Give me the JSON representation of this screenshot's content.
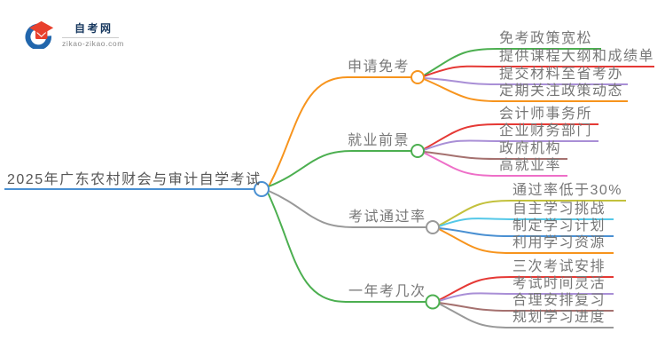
{
  "logo": {
    "title": "自考网",
    "tagline": "zikao-zikao.com",
    "icon": "graduation-cap-in-blue-ring",
    "title_color": "#16375E",
    "cap_color": "#E8402D",
    "ring_color": "#2166AC"
  },
  "root": {
    "label": "2025年广东农村财会与审计自学考试",
    "color": "#4A90D2"
  },
  "branches": [
    {
      "label": "申请免考",
      "color": "#F7941D",
      "children": [
        {
          "label": "免考政策宽松",
          "color": "#4CAF50"
        },
        {
          "label": "提供课程大纲和成绩单",
          "color": "#E53935"
        },
        {
          "label": "提交材料至省考办",
          "color": "#A98FD6"
        },
        {
          "label": "定期关注政策动态",
          "color": "#F7941D"
        }
      ]
    },
    {
      "label": "就业前景",
      "color": "#4CAF50",
      "children": [
        {
          "label": "会计师事务所",
          "color": "#E53935"
        },
        {
          "label": "企业财务部门",
          "color": "#A98FD6"
        },
        {
          "label": "政府机构",
          "color": "#A5716F"
        },
        {
          "label": "高就业率",
          "color": "#EE6FC8"
        }
      ]
    },
    {
      "label": "考试通过率",
      "color": "#999999",
      "children": [
        {
          "label": "通过率低于30%",
          "color": "#C3C13D"
        },
        {
          "label": "自主学习挑战",
          "color": "#54C8E8"
        },
        {
          "label": "制定学习计划",
          "color": "#4A90D2"
        },
        {
          "label": "利用学习资源",
          "color": "#F7941D"
        }
      ]
    },
    {
      "label": "一年考几次",
      "color": "#4CAF50",
      "children": [
        {
          "label": "三次考试安排",
          "color": "#E53935"
        },
        {
          "label": "考试时间灵活",
          "color": "#A98FD6"
        },
        {
          "label": "合理安排复习",
          "color": "#A5716F"
        },
        {
          "label": "规划学习进度",
          "color": "#999999"
        }
      ]
    }
  ]
}
